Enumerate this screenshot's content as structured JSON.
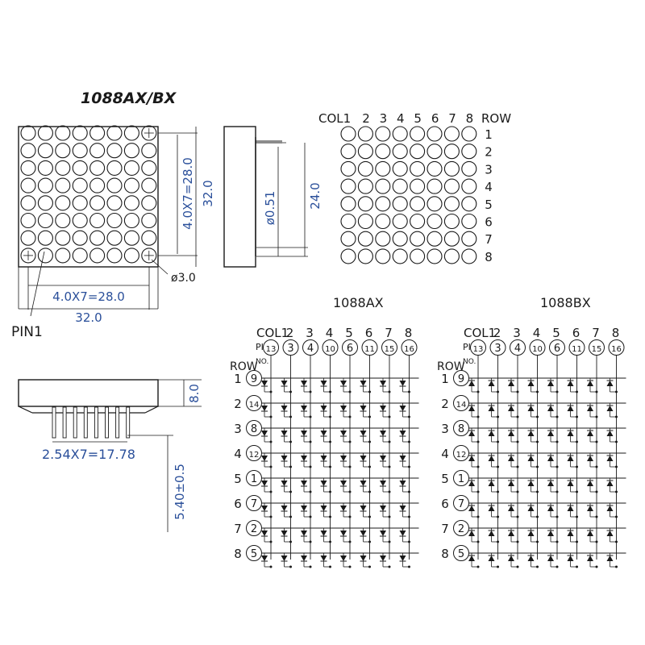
{
  "title": "1088AX/BX",
  "front": {
    "dim_pitch_v": "4.0X7=28.0",
    "dim_h": "32.0",
    "dim_pitch_h": "4.0X7=28.0",
    "dim_w": "32.0",
    "dia": "ø3.0",
    "pin1": "PIN1"
  },
  "side": {
    "dim_lead": "ø0.51",
    "dim_height": "24.0"
  },
  "bottom": {
    "dim_body": "8.0",
    "dim_pitch": "2.54X7=17.78",
    "dim_lead": "5.40±0.5"
  },
  "grid": {
    "col_label": "COL1",
    "row_label": "ROW",
    "cols": [
      "2",
      "3",
      "4",
      "5",
      "6",
      "7",
      "8"
    ],
    "rows": [
      "1",
      "2",
      "3",
      "4",
      "5",
      "6",
      "7",
      "8"
    ]
  },
  "schematics": [
    {
      "title": "1088AX",
      "col_label": "COL1",
      "pin_label": "PIN",
      "pin_no": "NO.",
      "row_label": "ROW",
      "cols": [
        "2",
        "3",
        "4",
        "5",
        "6",
        "7",
        "8"
      ],
      "col_pins": [
        "13",
        "3",
        "4",
        "10",
        "6",
        "11",
        "15",
        "16"
      ],
      "rows": [
        "1",
        "2",
        "3",
        "4",
        "5",
        "6",
        "7",
        "8"
      ],
      "row_pins": [
        "9",
        "14",
        "8",
        "12",
        "1",
        "7",
        "2",
        "5"
      ],
      "diode_dir": "down"
    },
    {
      "title": "1088BX",
      "col_label": "COL1",
      "pin_label": "PIN",
      "pin_no": "NO.",
      "row_label": "ROW",
      "cols": [
        "2",
        "3",
        "4",
        "5",
        "6",
        "7",
        "8"
      ],
      "col_pins": [
        "13",
        "3",
        "4",
        "10",
        "6",
        "11",
        "15",
        "16"
      ],
      "rows": [
        "1",
        "2",
        "3",
        "4",
        "5",
        "6",
        "7",
        "8"
      ],
      "row_pins": [
        "9",
        "14",
        "8",
        "12",
        "1",
        "7",
        "2",
        "5"
      ],
      "diode_dir": "up"
    }
  ]
}
